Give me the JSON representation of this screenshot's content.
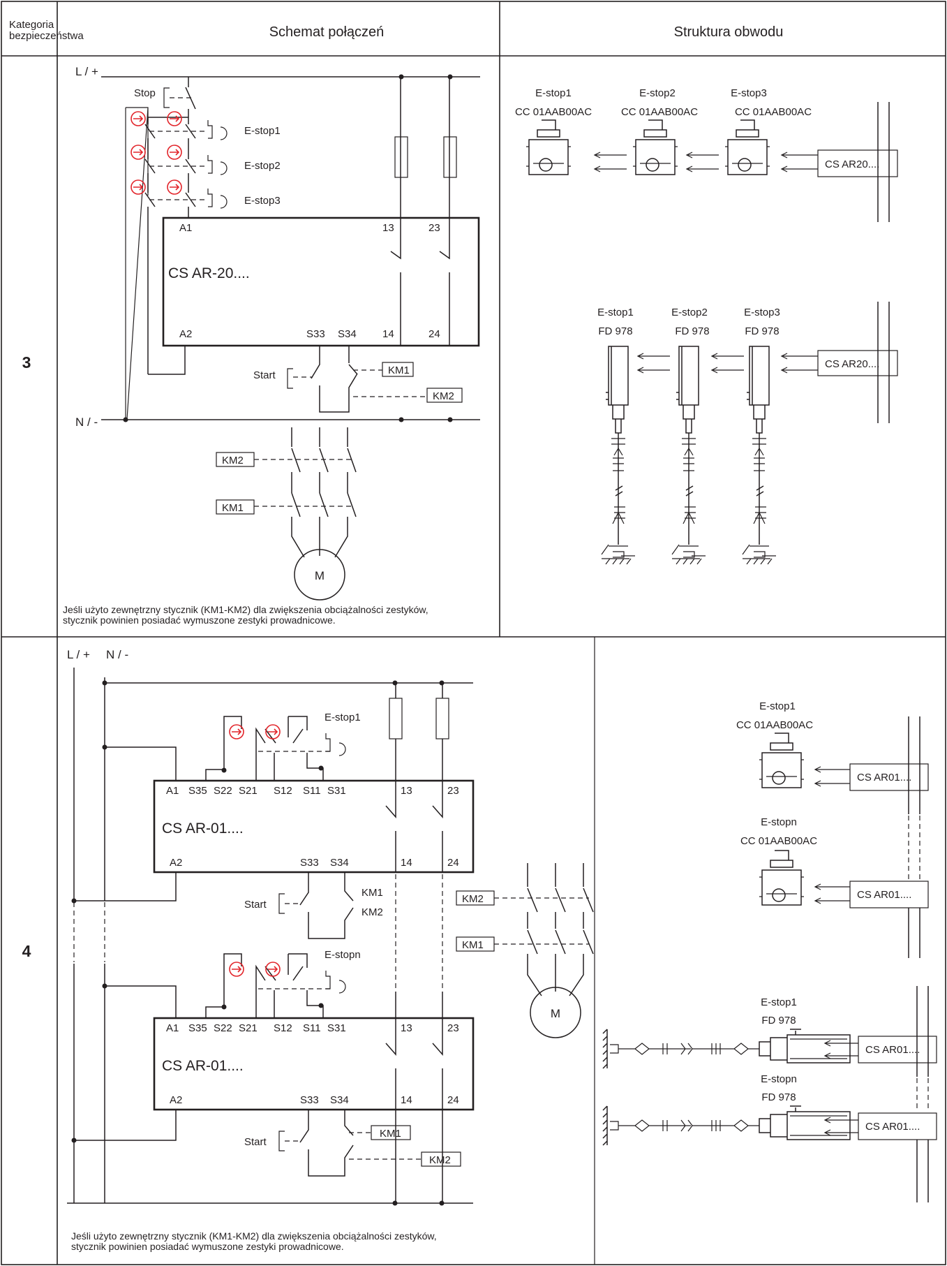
{
  "header": {
    "category_label_1": "Kategoria",
    "category_label_2": "bezpieczeństwa",
    "wiring_title": "Schemat połączeń",
    "structure_title": "Struktura obwodu"
  },
  "row3": {
    "category": "3",
    "supply_pos": "L / +",
    "supply_neg": "N / -",
    "stop_label": "Stop",
    "estops": [
      "E-stop1",
      "E-stop2",
      "E-stop3"
    ],
    "relay_name": "CS AR-20....",
    "relay_terms": {
      "a1": "A1",
      "a2": "A2",
      "t13": "13",
      "t23": "23",
      "t14": "14",
      "t24": "24",
      "s33": "S33",
      "s34": "S34"
    },
    "start_label": "Start",
    "km1": "KM1",
    "km2": "KM2",
    "motor": "M",
    "note_line1": "Jeśli użyto zewnętrzny stycznik  (KM1-KM2) dla zwiększenia obciążalności  zestyków,",
    "note_line2": "stycznik powinien posiadać wymuszone zestyki prowadnicowe.",
    "structure": {
      "set1_labels": [
        "E-stop1",
        "E-stop2",
        "E-stop3"
      ],
      "set1_model": "CC 01AAB00AC",
      "set1_box": "CS AR20....",
      "set2_labels": [
        "E-stop1",
        "E-stop2",
        "E-stop3"
      ],
      "set2_model": "FD 978",
      "set2_box": "CS AR20...."
    }
  },
  "row4": {
    "category": "4",
    "supply_pos": "L / +",
    "supply_neg": "N / -",
    "estop_top": "E-stop1",
    "estop_bottom": "E-stopn",
    "relay_name": "CS AR-01....",
    "relay_terms": {
      "a1": "A1",
      "s35": "S35",
      "s22": "S22",
      "s21": "S21",
      "s12": "S12",
      "s11": "S11",
      "s31": "S31",
      "t13": "13",
      "t23": "23",
      "a2": "A2",
      "s33": "S33",
      "s34": "S34",
      "t14": "14",
      "t24": "24"
    },
    "start_label": "Start",
    "km1": "KM1",
    "km2": "KM2",
    "motor": "M",
    "note_line1": "Jeśli użyto zewnętrzny stycznik  (KM1-KM2) dla zwiększenia obciążalności  zestyków,",
    "note_line2": "stycznik powinien posiadać wymuszone zestyki prowadnicowe.",
    "structure": {
      "cc_labels": [
        "E-stop1",
        "E-stopn"
      ],
      "cc_model": "CC 01AAB00AC",
      "cc_box": "CS AR01....",
      "fd_labels": [
        "E-stop1",
        "E-stopn"
      ],
      "fd_model": "FD 978",
      "fd_box": "CS AR01...."
    }
  },
  "colors": {
    "ink": "#231f20",
    "safety_red": "#e2242a",
    "background": "#ffffff"
  }
}
